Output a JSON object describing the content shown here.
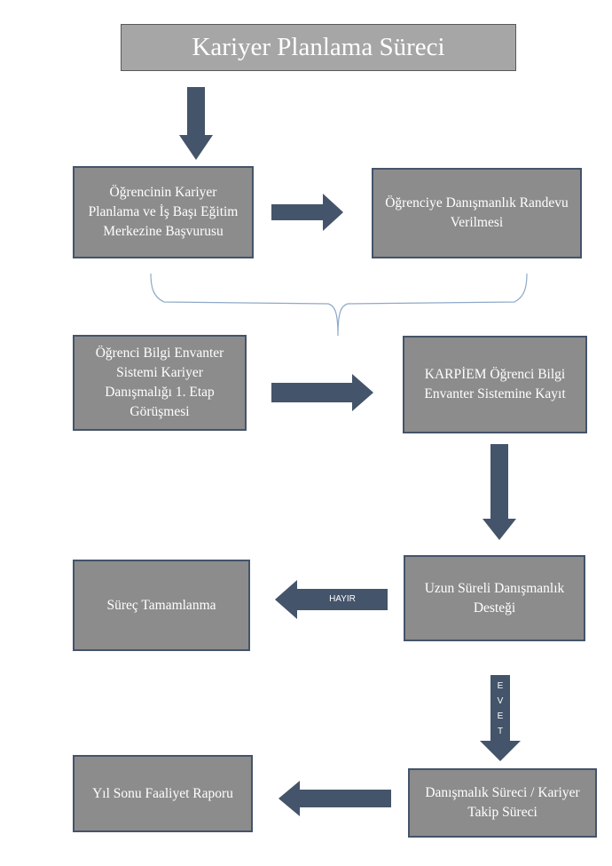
{
  "title": "Kariyer Planlama Süreci",
  "nodes": {
    "application": "Öğrencinin Kariyer Planlama ve İş Başı Eğitim Merkezine Başvurusu",
    "appointment": "Öğrenciye Danışmanlık Randevu Verilmesi",
    "first_stage": "Öğrenci Bilgi Envanter Sistemi Kariyer Danışmalığı 1. Etap Görüşmesi",
    "registration": "KARPİEM Öğrenci Bilgi Envanter Sistemine Kayıt",
    "long_term_support": "Uzun Süreli Danışmanlık Desteği",
    "process_completion": "Süreç Tamamlanma",
    "tracking": "Danışmalık Süreci / Kariyer Takip Süreci",
    "annual_report": "Yıl Sonu Faaliyet Raporu"
  },
  "edge_labels": {
    "no": "HAYIR",
    "yes": "E\nV\nE\nT"
  },
  "colors": {
    "box_fill": "#8c8c8c",
    "box_border": "#44546a",
    "arrow": "#44546a",
    "title_fill": "#a6a6a6",
    "brace": "#8ea9c8"
  }
}
